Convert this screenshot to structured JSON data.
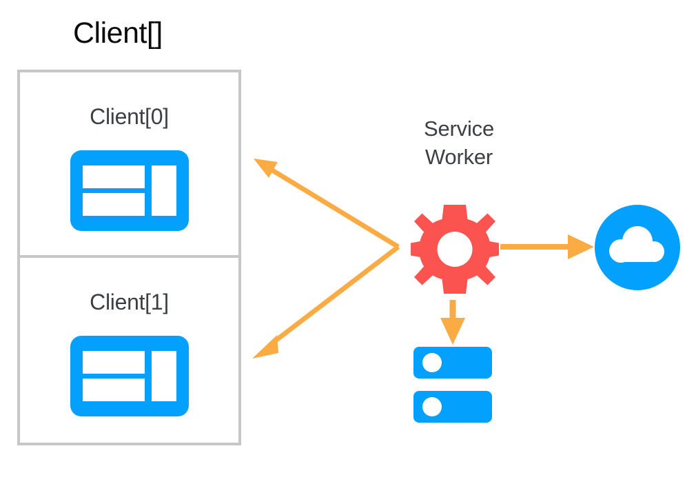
{
  "diagram": {
    "title": "Client[]",
    "colors": {
      "title_text": "#0b0b0b",
      "label_text": "#3c4043",
      "box_border": "#c7c7c7",
      "browser_blue": "#04a0fd",
      "cloud_blue": "#04a0fd",
      "server_blue": "#04a0fd",
      "gear_red": "#fb5450",
      "arrow_orange": "#fbab43",
      "background": "#ffffff"
    },
    "clients": [
      {
        "label": "Client[0]",
        "icon": "browser-window-icon"
      },
      {
        "label": "Client[1]",
        "icon": "browser-window-icon"
      }
    ],
    "service_worker": {
      "label_line1": "Service",
      "label_line2": "Worker",
      "icon": "gear-icon"
    },
    "nodes": [
      {
        "name": "cloud",
        "icon": "cloud-icon"
      },
      {
        "name": "storage",
        "icon": "server-database-icon"
      }
    ],
    "arrows": [
      {
        "name": "worker-to-client0",
        "from": "service-worker",
        "to": "client-0",
        "direction": "up-left"
      },
      {
        "name": "worker-to-client1",
        "from": "service-worker",
        "to": "client-1",
        "direction": "down-left"
      },
      {
        "name": "worker-to-cloud",
        "from": "service-worker",
        "to": "cloud",
        "direction": "right"
      },
      {
        "name": "worker-to-storage",
        "from": "service-worker",
        "to": "storage",
        "direction": "down"
      }
    ]
  }
}
